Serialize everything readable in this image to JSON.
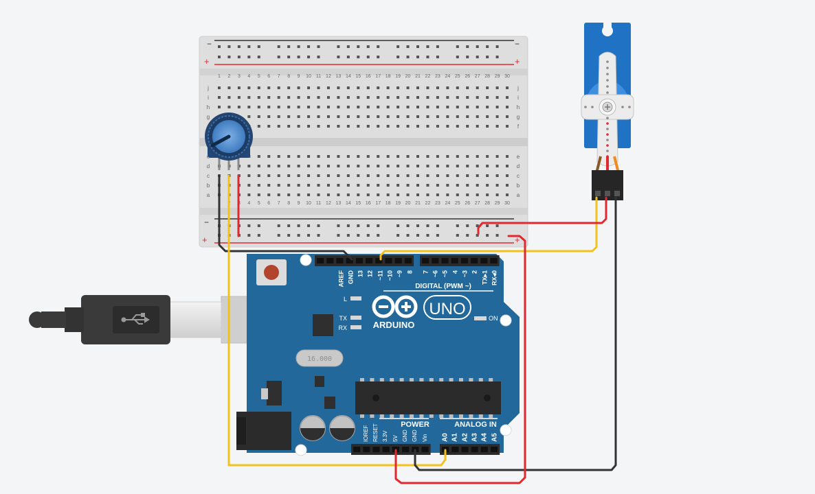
{
  "breadboard": {
    "row_letters_top": [
      "j",
      "i",
      "h",
      "g",
      "f"
    ],
    "row_letters_bottom": [
      "e",
      "d",
      "c",
      "b",
      "a"
    ],
    "column_count": 30,
    "rail_minus": "−",
    "rail_plus": "+"
  },
  "arduino": {
    "logo_text": "ARDUINO",
    "model": "UNO",
    "crystal": "16.000",
    "on_label": "ON",
    "led_labels": {
      "l": "L",
      "tx": "TX",
      "rx": "RX"
    },
    "digital_header_label": "DIGITAL (PWM ~)",
    "digital_pins": [
      "AREF",
      "GND",
      "13",
      "12",
      "~11",
      "~10",
      "~9",
      "8",
      "7",
      "~6",
      "~5",
      "4",
      "~3",
      "2",
      "TX▸1",
      "RX◂0"
    ],
    "power_header_label": "POWER",
    "power_pins": [
      "IOREF",
      "RESET",
      "3.3V",
      "5V",
      "GND",
      "GND",
      "Vin"
    ],
    "analog_header_label": "ANALOG IN",
    "analog_pins": [
      "A0",
      "A1",
      "A2",
      "A3",
      "A4",
      "A5"
    ]
  },
  "colors": {
    "background": "#f4f5f7",
    "board_blue": "#23689b",
    "wire_red": "#e0282e",
    "wire_yellow": "#f2c21b",
    "wire_black": "#333333",
    "servo_blue": "#1f72c4",
    "pot_blue": "#4a86c8"
  },
  "icons": [
    "usb-icon",
    "arduino-infinity-logo-icon"
  ]
}
